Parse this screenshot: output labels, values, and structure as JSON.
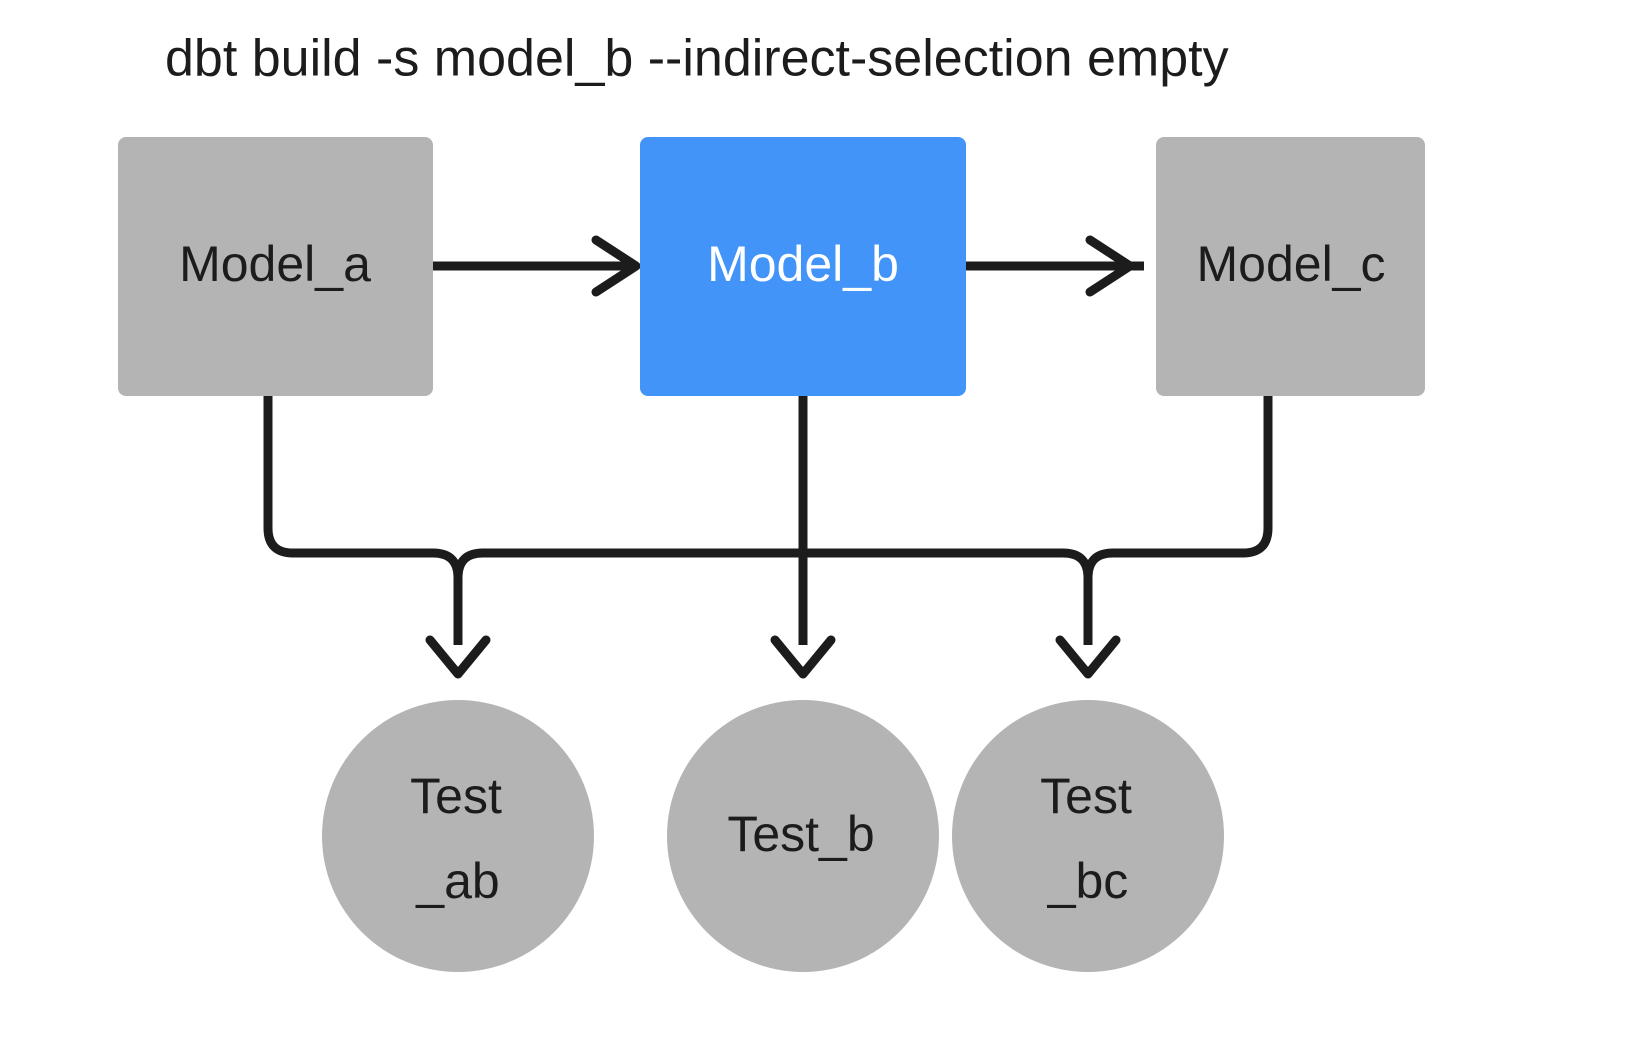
{
  "diagram": {
    "title": "dbt build -s model_b --indirect-selection empty",
    "colors": {
      "unselected": "#b4b4b4",
      "selected": "#4294f8",
      "edge": "#1c1c1c",
      "label_dark": "#1c1c1c",
      "label_light": "#ffffff",
      "background": "#ffffff"
    },
    "models": [
      {
        "id": "model_a",
        "label": "Model_a",
        "state": "unselected",
        "fill": "#b4b4b4",
        "text_color": "#1c1c1c"
      },
      {
        "id": "model_b",
        "label": "Model_b",
        "state": "selected",
        "fill": "#4294f8",
        "text_color": "#ffffff"
      },
      {
        "id": "model_c",
        "label": "Model_c",
        "state": "unselected",
        "fill": "#b4b4b4",
        "text_color": "#1c1c1c"
      }
    ],
    "tests": [
      {
        "id": "test_ab",
        "label": "Test_ab",
        "line1": "Test",
        "line2": "_ab",
        "state": "unselected",
        "fill": "#b4b4b4",
        "text_color": "#1c1c1c"
      },
      {
        "id": "test_b",
        "label": "Test_b",
        "line1": "Test_b",
        "line2": "",
        "state": "unselected",
        "fill": "#b4b4b4",
        "text_color": "#1c1c1c"
      },
      {
        "id": "test_bc",
        "label": "Test_bc",
        "line1": "Test",
        "line2": "_bc",
        "state": "unselected",
        "fill": "#b4b4b4",
        "text_color": "#1c1c1c"
      }
    ],
    "edges": [
      {
        "id": "model_a-to-model_b",
        "from": "Model_a",
        "to": "Model_b",
        "kind": "horizontal-arrow"
      },
      {
        "id": "model_b-to-model_c",
        "from": "Model_b",
        "to": "Model_c",
        "kind": "horizontal-arrow"
      },
      {
        "id": "model_a-to-test_ab",
        "from": "Model_a",
        "to": "Test_ab",
        "kind": "elbow-arrow"
      },
      {
        "id": "model_b-to-test_ab",
        "from": "Model_b",
        "to": "Test_ab",
        "kind": "elbow-arrow"
      },
      {
        "id": "model_b-to-test_b",
        "from": "Model_b",
        "to": "Test_b",
        "kind": "straight-arrow"
      },
      {
        "id": "model_b-to-test_bc",
        "from": "Model_b",
        "to": "Test_bc",
        "kind": "elbow-arrow"
      },
      {
        "id": "model_c-to-test_bc",
        "from": "Model_c",
        "to": "Test_bc",
        "kind": "elbow-arrow"
      }
    ]
  }
}
